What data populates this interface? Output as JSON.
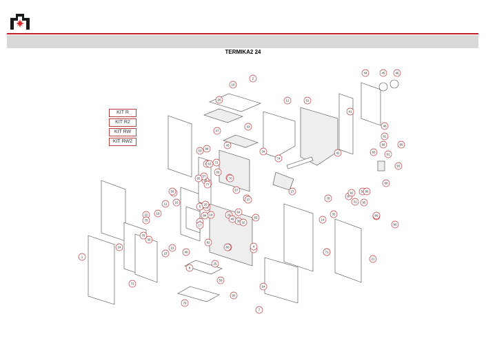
{
  "header": {
    "title": "TERMIKA2 24"
  },
  "kits": [
    "KIT R",
    "KIT R2",
    "KIT RW",
    "KIT RW2"
  ],
  "callouts": [
    "1",
    "2",
    "3",
    "4",
    "5",
    "6",
    "7",
    "8",
    "9",
    "10",
    "11",
    "12",
    "13",
    "14",
    "15",
    "16",
    "17",
    "18",
    "19",
    "20",
    "21",
    "22",
    "23",
    "24",
    "25",
    "26",
    "27",
    "28",
    "29",
    "30",
    "31",
    "32",
    "33",
    "34",
    "35",
    "36",
    "37",
    "38",
    "39",
    "40",
    "41",
    "42",
    "43",
    "44",
    "45",
    "46",
    "47",
    "48",
    "49",
    "50",
    "51",
    "52",
    "53",
    "54",
    "55",
    "56",
    "57",
    "58",
    "59",
    "60",
    "61",
    "62",
    "63",
    "64",
    "65",
    "66",
    "67",
    "68",
    "69",
    "70",
    "71",
    "72",
    "73",
    "74",
    "75",
    "76",
    "77",
    "78",
    "79",
    "80",
    "81",
    "82",
    "83",
    "84",
    "85",
    "86",
    "87",
    "88",
    "89",
    "90",
    "91",
    "92",
    "93",
    "94",
    "95"
  ]
}
